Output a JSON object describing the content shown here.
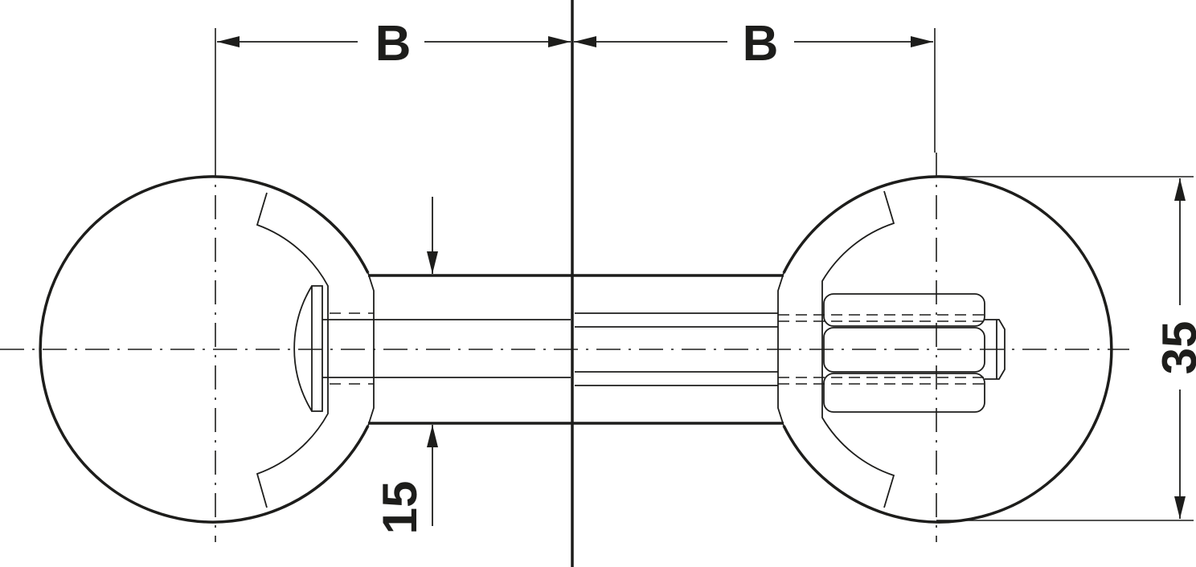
{
  "dimensions": {
    "left_offset": "B",
    "right_offset": "B",
    "ball_diameter": "35",
    "rod_diameter": "15"
  },
  "colors": {
    "line": "#1d1d1b",
    "background": "#ffffff"
  }
}
